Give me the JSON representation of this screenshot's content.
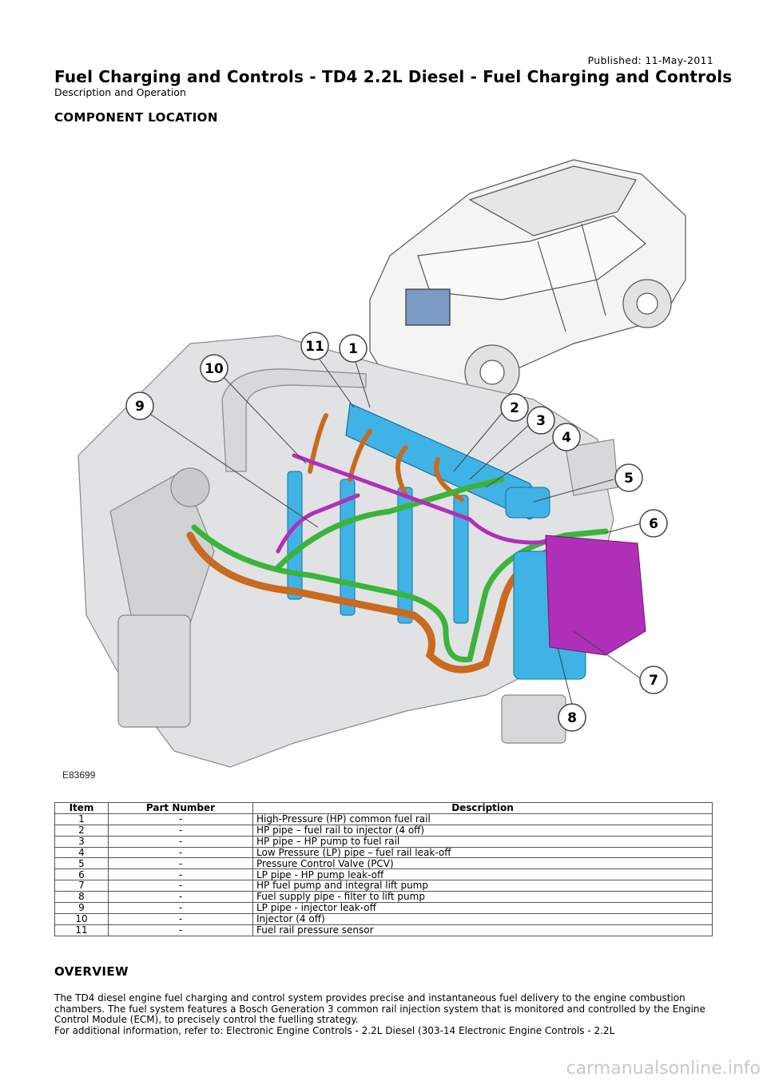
{
  "header": {
    "published": "Published: 11-May-2011",
    "title": "Fuel Charging and Controls - TD4 2.2L Diesel - Fuel Charging and Controls",
    "subtitle": "Description and Operation"
  },
  "component_location": {
    "heading": "COMPONENT LOCATION",
    "figure_code": "E83699",
    "callouts": [
      "11",
      "1",
      "10",
      "9",
      "2",
      "3",
      "4",
      "5",
      "6",
      "7",
      "8"
    ]
  },
  "parts_table": {
    "headers": [
      "Item",
      "Part Number",
      "Description"
    ],
    "rows": [
      [
        "1",
        "-",
        "High-Pressure (HP) common fuel rail"
      ],
      [
        "2",
        "-",
        "HP pipe – fuel rail to injector (4 off)"
      ],
      [
        "3",
        "-",
        "HP pipe – HP pump to fuel rail"
      ],
      [
        "4",
        "-",
        "Low Pressure (LP) pipe – fuel rail leak-off"
      ],
      [
        "5",
        "-",
        "Pressure Control Valve (PCV)"
      ],
      [
        "6",
        "-",
        "LP pipe - HP pump leak-off"
      ],
      [
        "7",
        "-",
        "HP fuel pump and integral lift pump"
      ],
      [
        "8",
        "-",
        "Fuel supply pipe - filter to lift pump"
      ],
      [
        "9",
        "-",
        "LP pipe - injector leak-off"
      ],
      [
        "10",
        "-",
        "Injector (4 off)"
      ],
      [
        "11",
        "-",
        "Fuel rail pressure sensor"
      ]
    ]
  },
  "overview": {
    "heading": "OVERVIEW",
    "paragraph1": "The TD4 diesel engine fuel charging and control system provides precise and instantaneous fuel delivery to the engine combustion chambers. The fuel system features a Bosch Generation 3 common rail injection system that is monitored and controlled by the Engine Control Module (ECM), to precisely control the fuelling strategy.",
    "paragraph2": "For additional information, refer to: Electronic Engine Controls - 2.2L Diesel (303-14 Electronic Engine Controls - 2.2L"
  },
  "watermark": "carmanualsonline.info",
  "colors": {
    "hp_rail": "#3fb3e6",
    "hp_pipe": "#c96a1e",
    "lp_pipe": "#3cb43c",
    "leak_off": "#b02fb8",
    "engine": "#d4d6d8"
  }
}
